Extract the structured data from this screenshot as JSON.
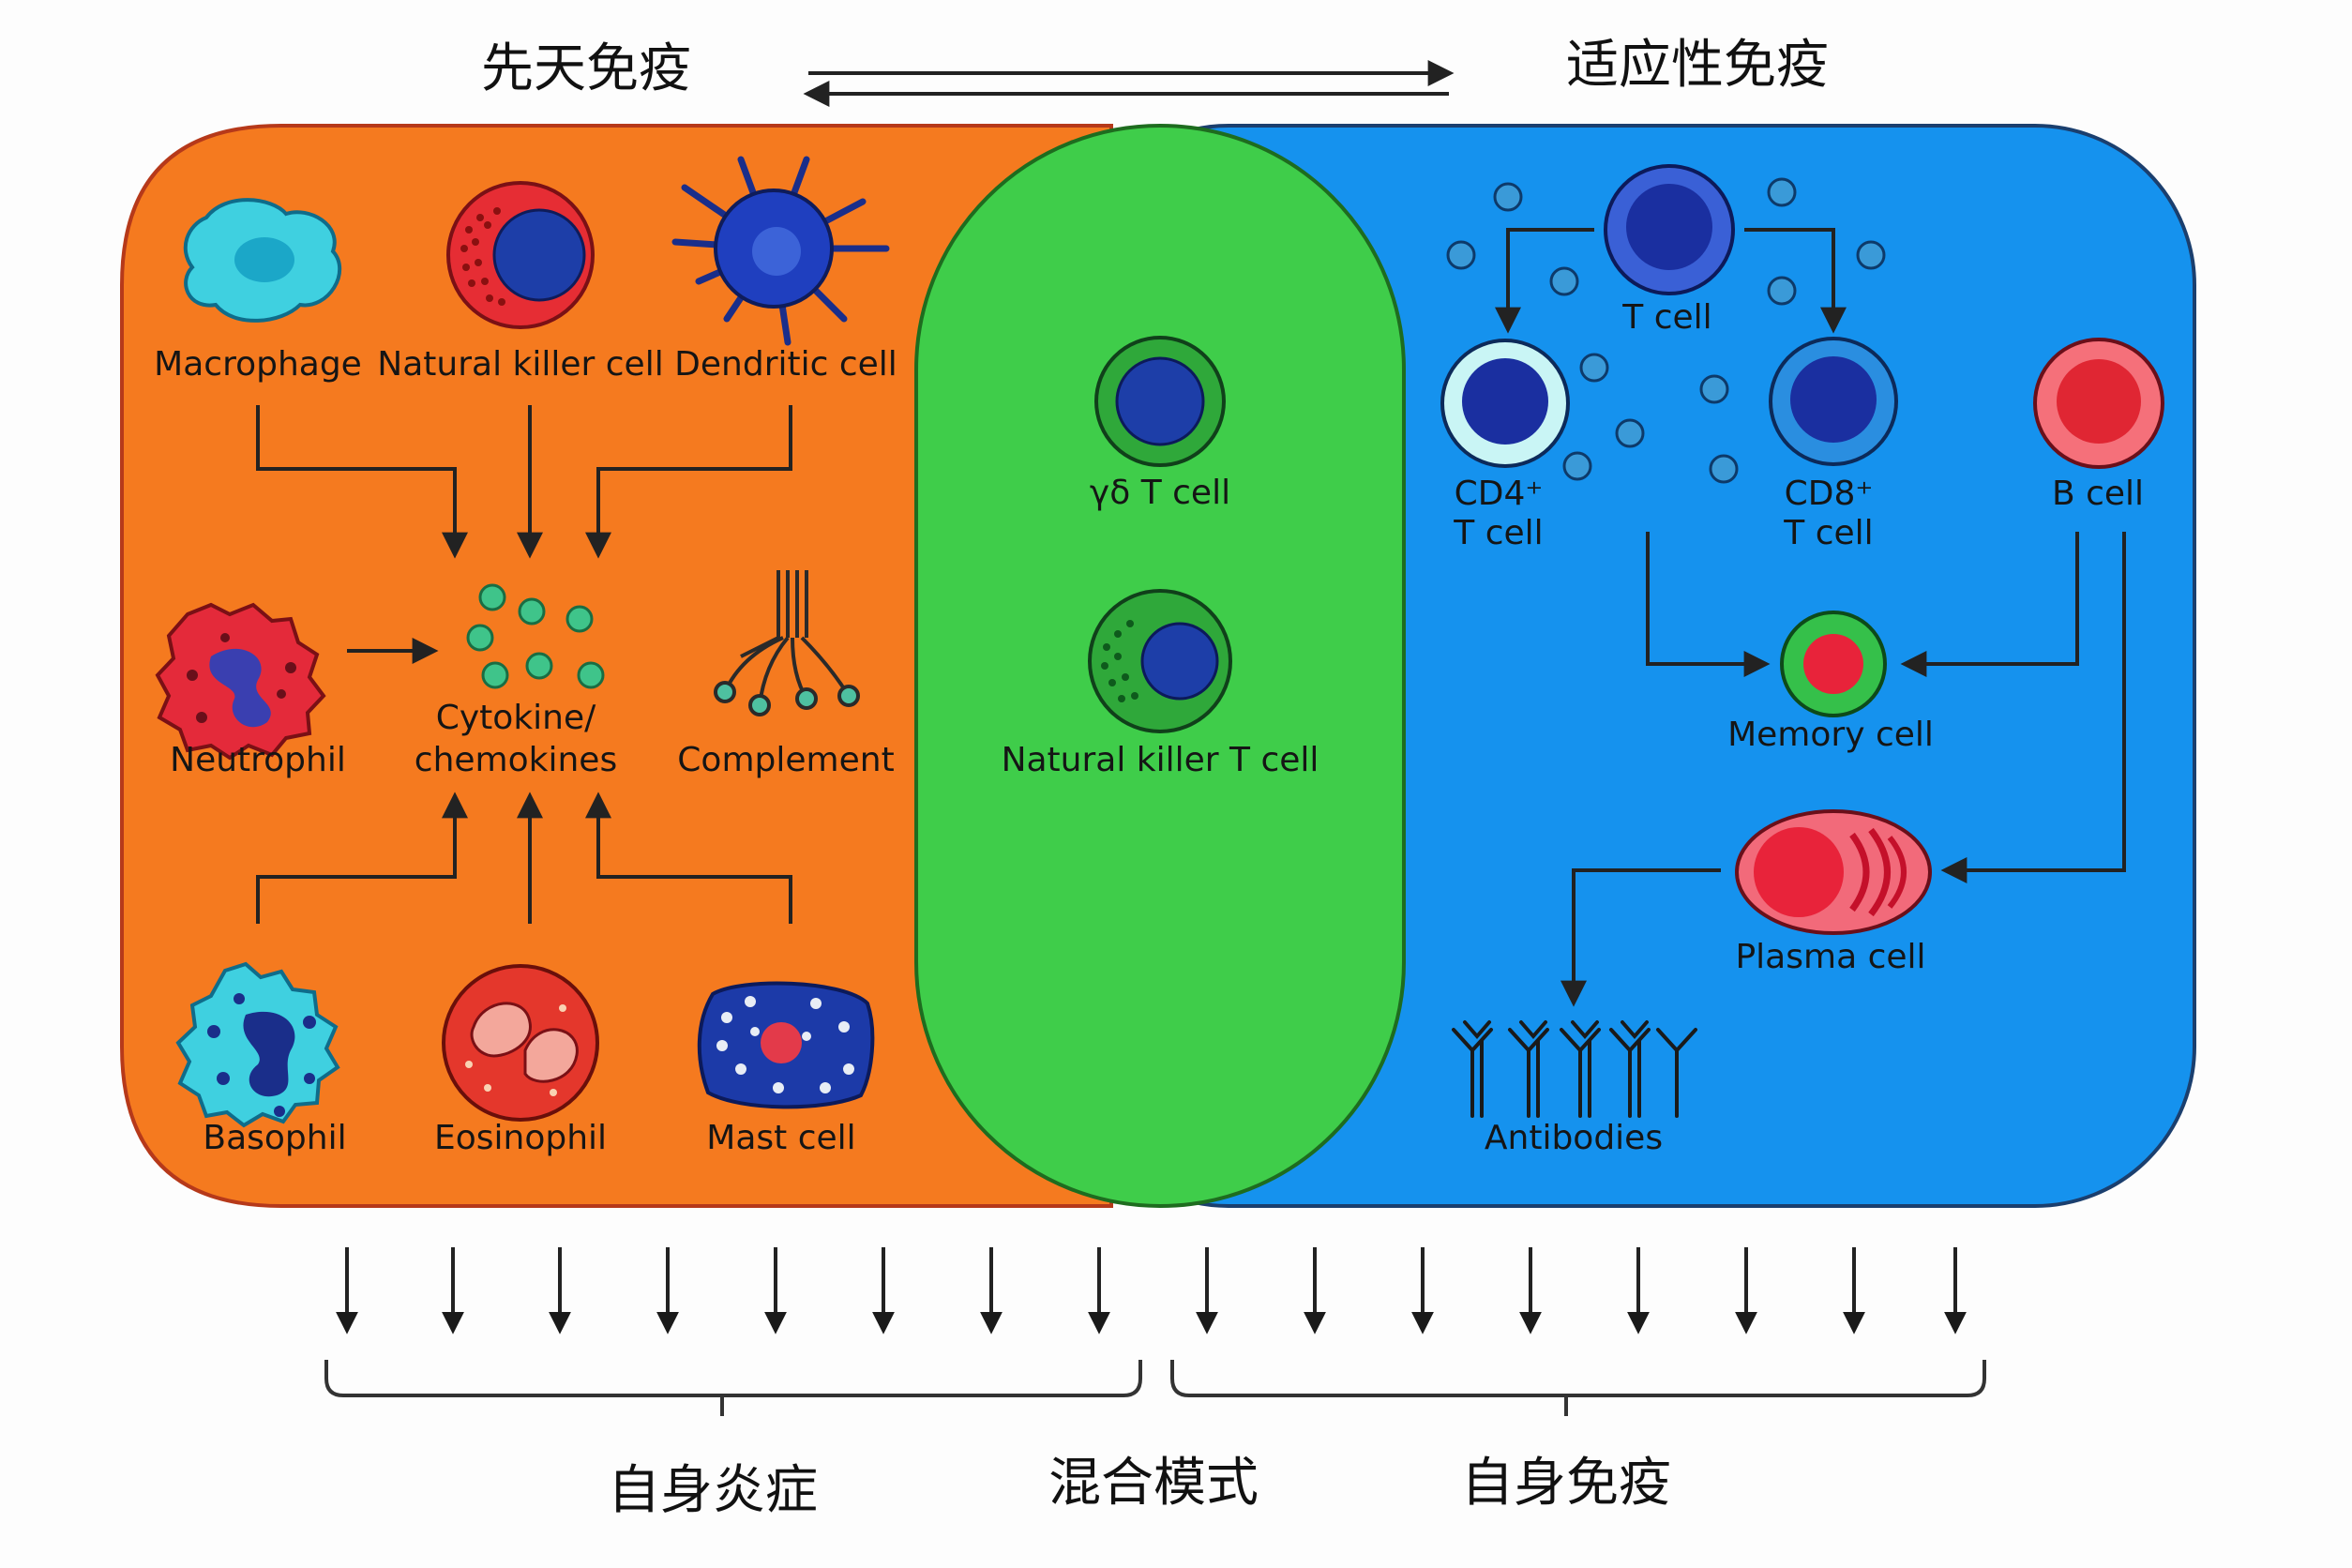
{
  "header": {
    "left_title": "先天免疫",
    "right_title": "适应性免疫"
  },
  "innate": {
    "cells": {
      "macrophage": "Macrophage",
      "nk_cell": "Natural killer cell",
      "dendritic_cell": "Dendritic cell",
      "neutrophil": "Neutrophil",
      "cytokines_line1": "Cytokine/",
      "cytokines_line2": "chemokines",
      "complement": "Complement",
      "basophil": "Basophil",
      "eosinophil": "Eosinophil",
      "mast_cell": "Mast cell"
    }
  },
  "mixed": {
    "cells": {
      "gd_t_cell": "γδ T cell",
      "nkt_cell": "Natural killer T cell"
    }
  },
  "adaptive": {
    "cells": {
      "t_cell": "T cell",
      "cd4_line1": "CD4⁺",
      "cd4_line2": "T cell",
      "cd8_line1": "CD8⁺",
      "cd8_line2": "T cell",
      "b_cell": "B cell",
      "memory_cell": "Memory cell",
      "plasma_cell": "Plasma cell",
      "antibodies": "Antibodies"
    }
  },
  "footer": {
    "left": "自身炎症",
    "middle": "混合模式",
    "right": "自身免疫"
  },
  "colors": {
    "innate": "#f57a1f",
    "mixed": "#3fcd4a",
    "adaptive": "#1592ee",
    "outline": "#b6391a"
  }
}
